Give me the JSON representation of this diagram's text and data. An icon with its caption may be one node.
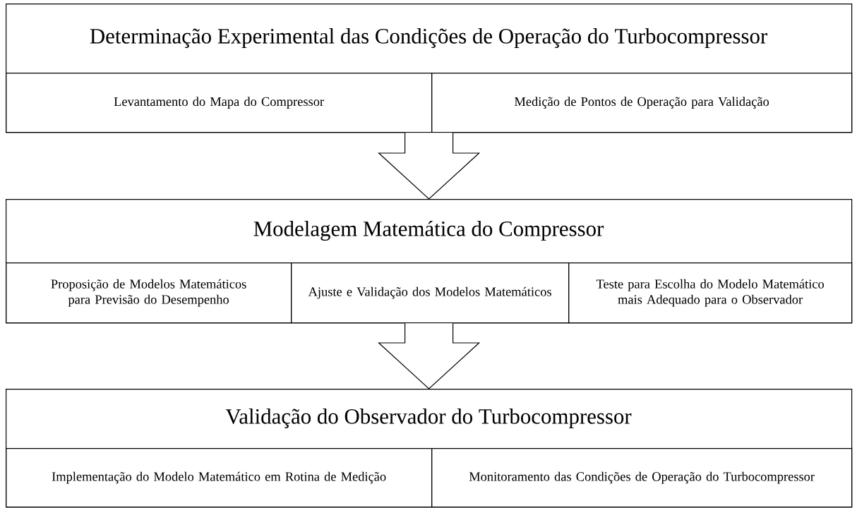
{
  "diagram": {
    "nodes": [
      {
        "text": [
          "Determinação Experimental das Condições de Operação do Turbocompressor"
        ]
      },
      {
        "text": [
          "Levantamento do Mapa do Compressor"
        ],
        "in": 0
      },
      {
        "text": [
          "Medição de Pontos de Operação para Validação"
        ],
        "in": 0
      },
      {
        "text": [
          "Modelagem Matemática do Compressor"
        ]
      },
      {
        "text": [
          "Proposição de Modelos Matemáticos para Previsão do Desempenho"
        ],
        "in": 3
      },
      {
        "text": [
          "Ajuste e Validação dos Modelos Matemáticos"
        ],
        "in": 3
      },
      {
        "text": [
          "Teste para Escolha do Modelo Matemático mais Adequado para o Observador"
        ],
        "in": 3
      },
      {
        "text": [
          "Validação do Observador do Turbocompressor"
        ]
      },
      {
        "text": [
          "Implementação do Modelo Matemático em Rotina de Medição"
        ],
        "in": 7
      },
      {
        "text": [
          "Monitoramento das Condições de Operação do Turbocompressor"
        ],
        "in": 7
      }
    ],
    "edges": [
      {
        "from": 0,
        "to": 3,
        "arrow": "to"
      },
      {
        "from": 3,
        "to": 7,
        "arrow": "to"
      }
    ]
  }
}
